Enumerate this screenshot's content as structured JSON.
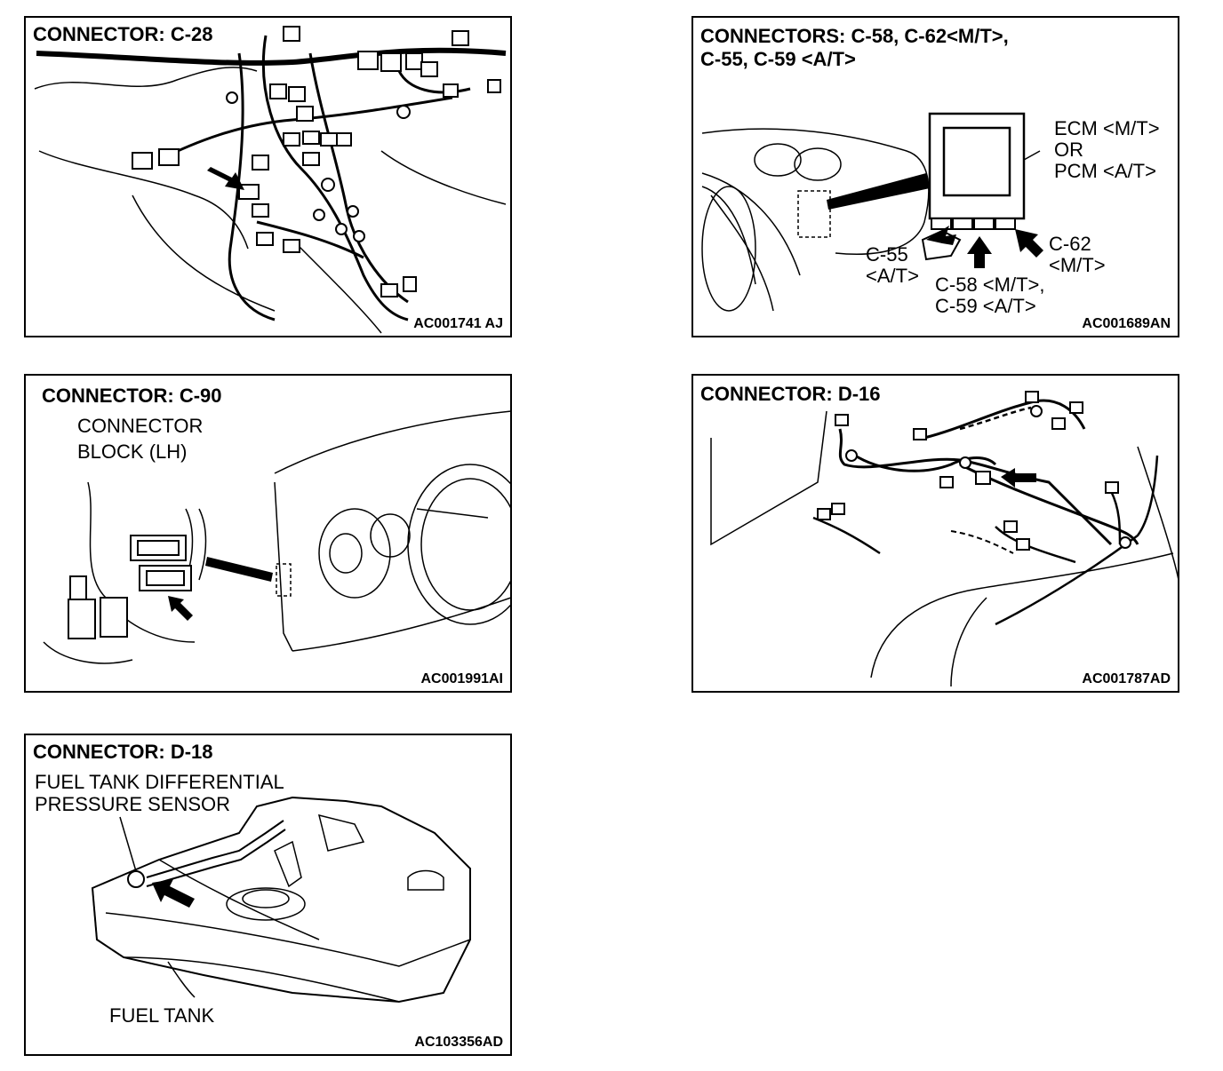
{
  "panels": {
    "c28": {
      "title": "CONNECTOR: C-28",
      "code": "AC001741 AJ"
    },
    "c58": {
      "title_line1": "CONNECTORS: C-58, C-62<M/T>,",
      "title_line2": "C-55, C-59 <A/T>",
      "ecm_line1": "ECM <M/T>",
      "ecm_line2": "OR",
      "ecm_line3": "PCM <A/T>",
      "c55_line1": "C-55",
      "c55_line2": "<A/T>",
      "c62_line1": "C-62",
      "c62_line2": "<M/T>",
      "c58_line1": "C-58 <M/T>,",
      "c58_line2": "C-59 <A/T>",
      "code": "AC001689AN"
    },
    "c90": {
      "title": "CONNECTOR: C-90",
      "label_line1": "CONNECTOR",
      "label_line2": "BLOCK (LH)",
      "code": "AC001991AI"
    },
    "d16": {
      "title": "CONNECTOR: D-16",
      "code": "AC001787AD"
    },
    "d18": {
      "title": "CONNECTOR: D-18",
      "sensor_line1": "FUEL TANK DIFFERENTIAL",
      "sensor_line2": "PRESSURE SENSOR",
      "tank_label": "FUEL TANK",
      "code": "AC103356AD"
    }
  }
}
